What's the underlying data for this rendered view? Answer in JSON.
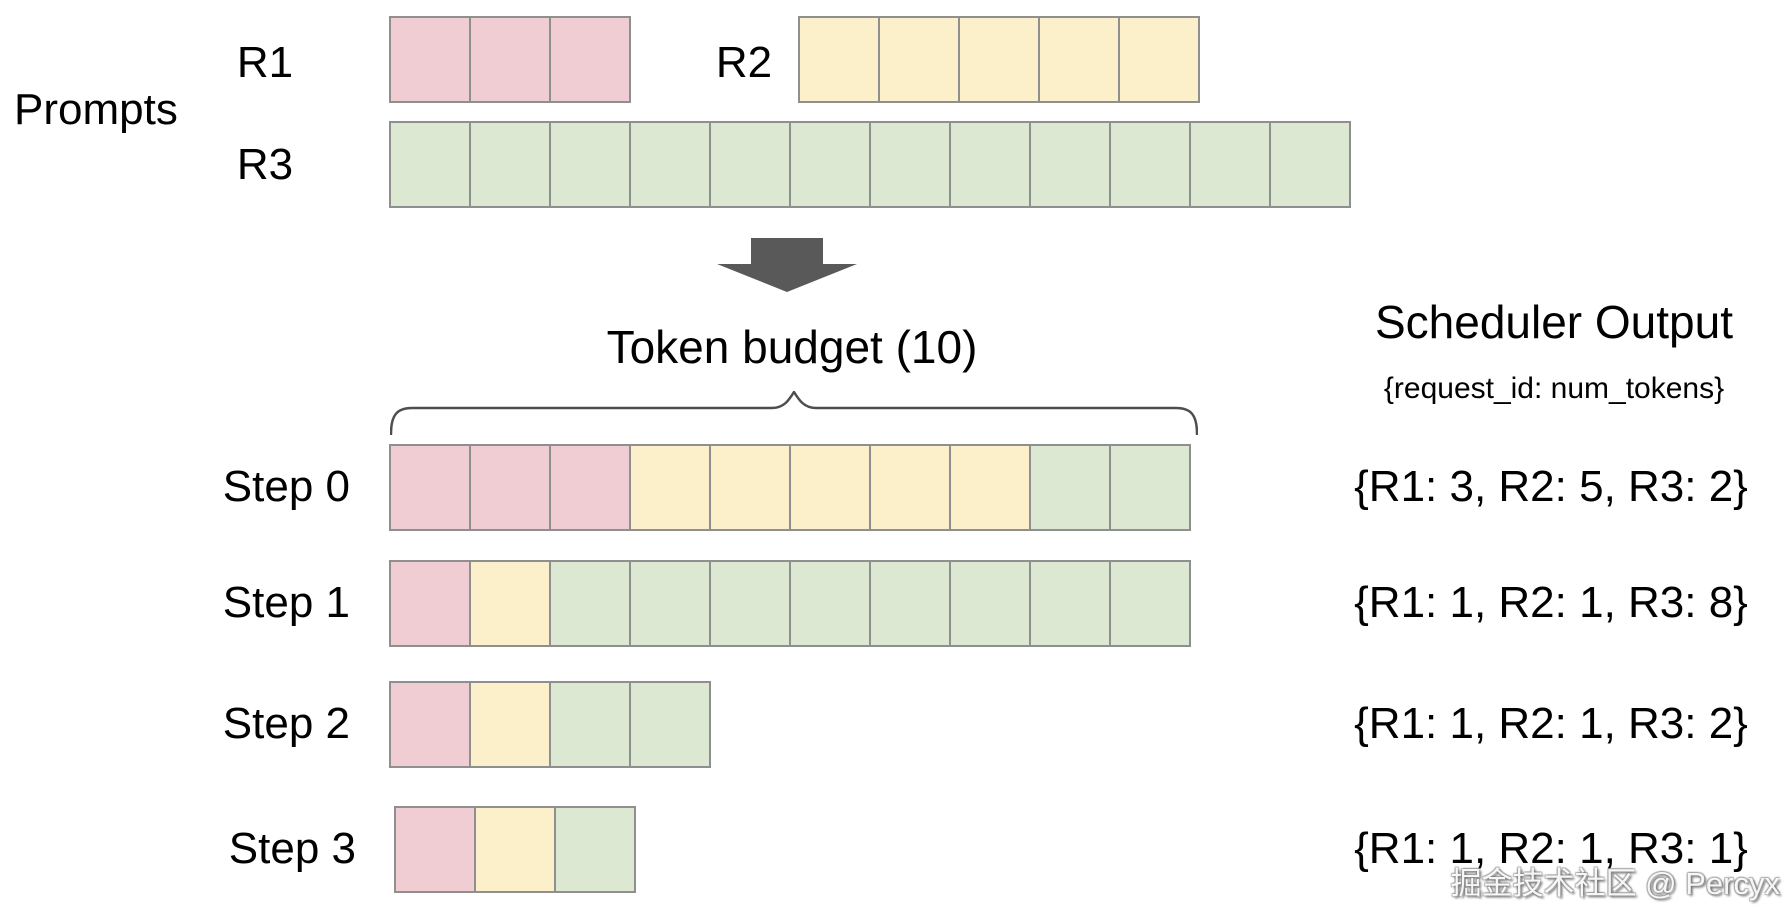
{
  "colors": {
    "pink": "#f0cdd2",
    "yellow": "#fcf0cb",
    "green": "#dde8d3",
    "border": "#8f8f8f",
    "arrow": "#595959",
    "brace": "#4d4d4d",
    "text": "#000000"
  },
  "prompts_section": {
    "label": "Prompts",
    "rows": [
      {
        "id": "R1",
        "label": "R1",
        "num_tokens": 3,
        "segments": [
          {
            "color": "pink",
            "count": 3
          }
        ]
      },
      {
        "id": "R2",
        "label": "R2",
        "num_tokens": 5,
        "segments": [
          {
            "color": "yellow",
            "count": 5
          }
        ]
      },
      {
        "id": "R3",
        "label": "R3",
        "num_tokens": 12,
        "segments": [
          {
            "color": "green",
            "count": 12
          }
        ]
      }
    ]
  },
  "token_budget": {
    "label": "Token budget (10)",
    "value": 10
  },
  "scheduler": {
    "title": "Scheduler Output",
    "subtitle": "{request_id: num_tokens}"
  },
  "steps": [
    {
      "label": "Step 0",
      "segments": [
        {
          "color": "pink",
          "count": 3
        },
        {
          "color": "yellow",
          "count": 5
        },
        {
          "color": "green",
          "count": 2
        }
      ],
      "output": "{R1: 3, R2: 5, R3: 2}"
    },
    {
      "label": "Step 1",
      "segments": [
        {
          "color": "pink",
          "count": 1
        },
        {
          "color": "yellow",
          "count": 1
        },
        {
          "color": "green",
          "count": 8
        }
      ],
      "output": "{R1: 1, R2: 1, R3: 8}"
    },
    {
      "label": "Step 2",
      "segments": [
        {
          "color": "pink",
          "count": 1
        },
        {
          "color": "yellow",
          "count": 1
        },
        {
          "color": "green",
          "count": 2
        }
      ],
      "output": "{R1: 1, R2: 1, R3: 2}"
    },
    {
      "label": "Step 3",
      "segments": [
        {
          "color": "pink",
          "count": 1
        },
        {
          "color": "yellow",
          "count": 1
        },
        {
          "color": "green",
          "count": 1
        }
      ],
      "output": "{R1: 1, R2: 1, R3: 1}"
    }
  ],
  "watermark": "掘金技术社区 @ Percyx"
}
